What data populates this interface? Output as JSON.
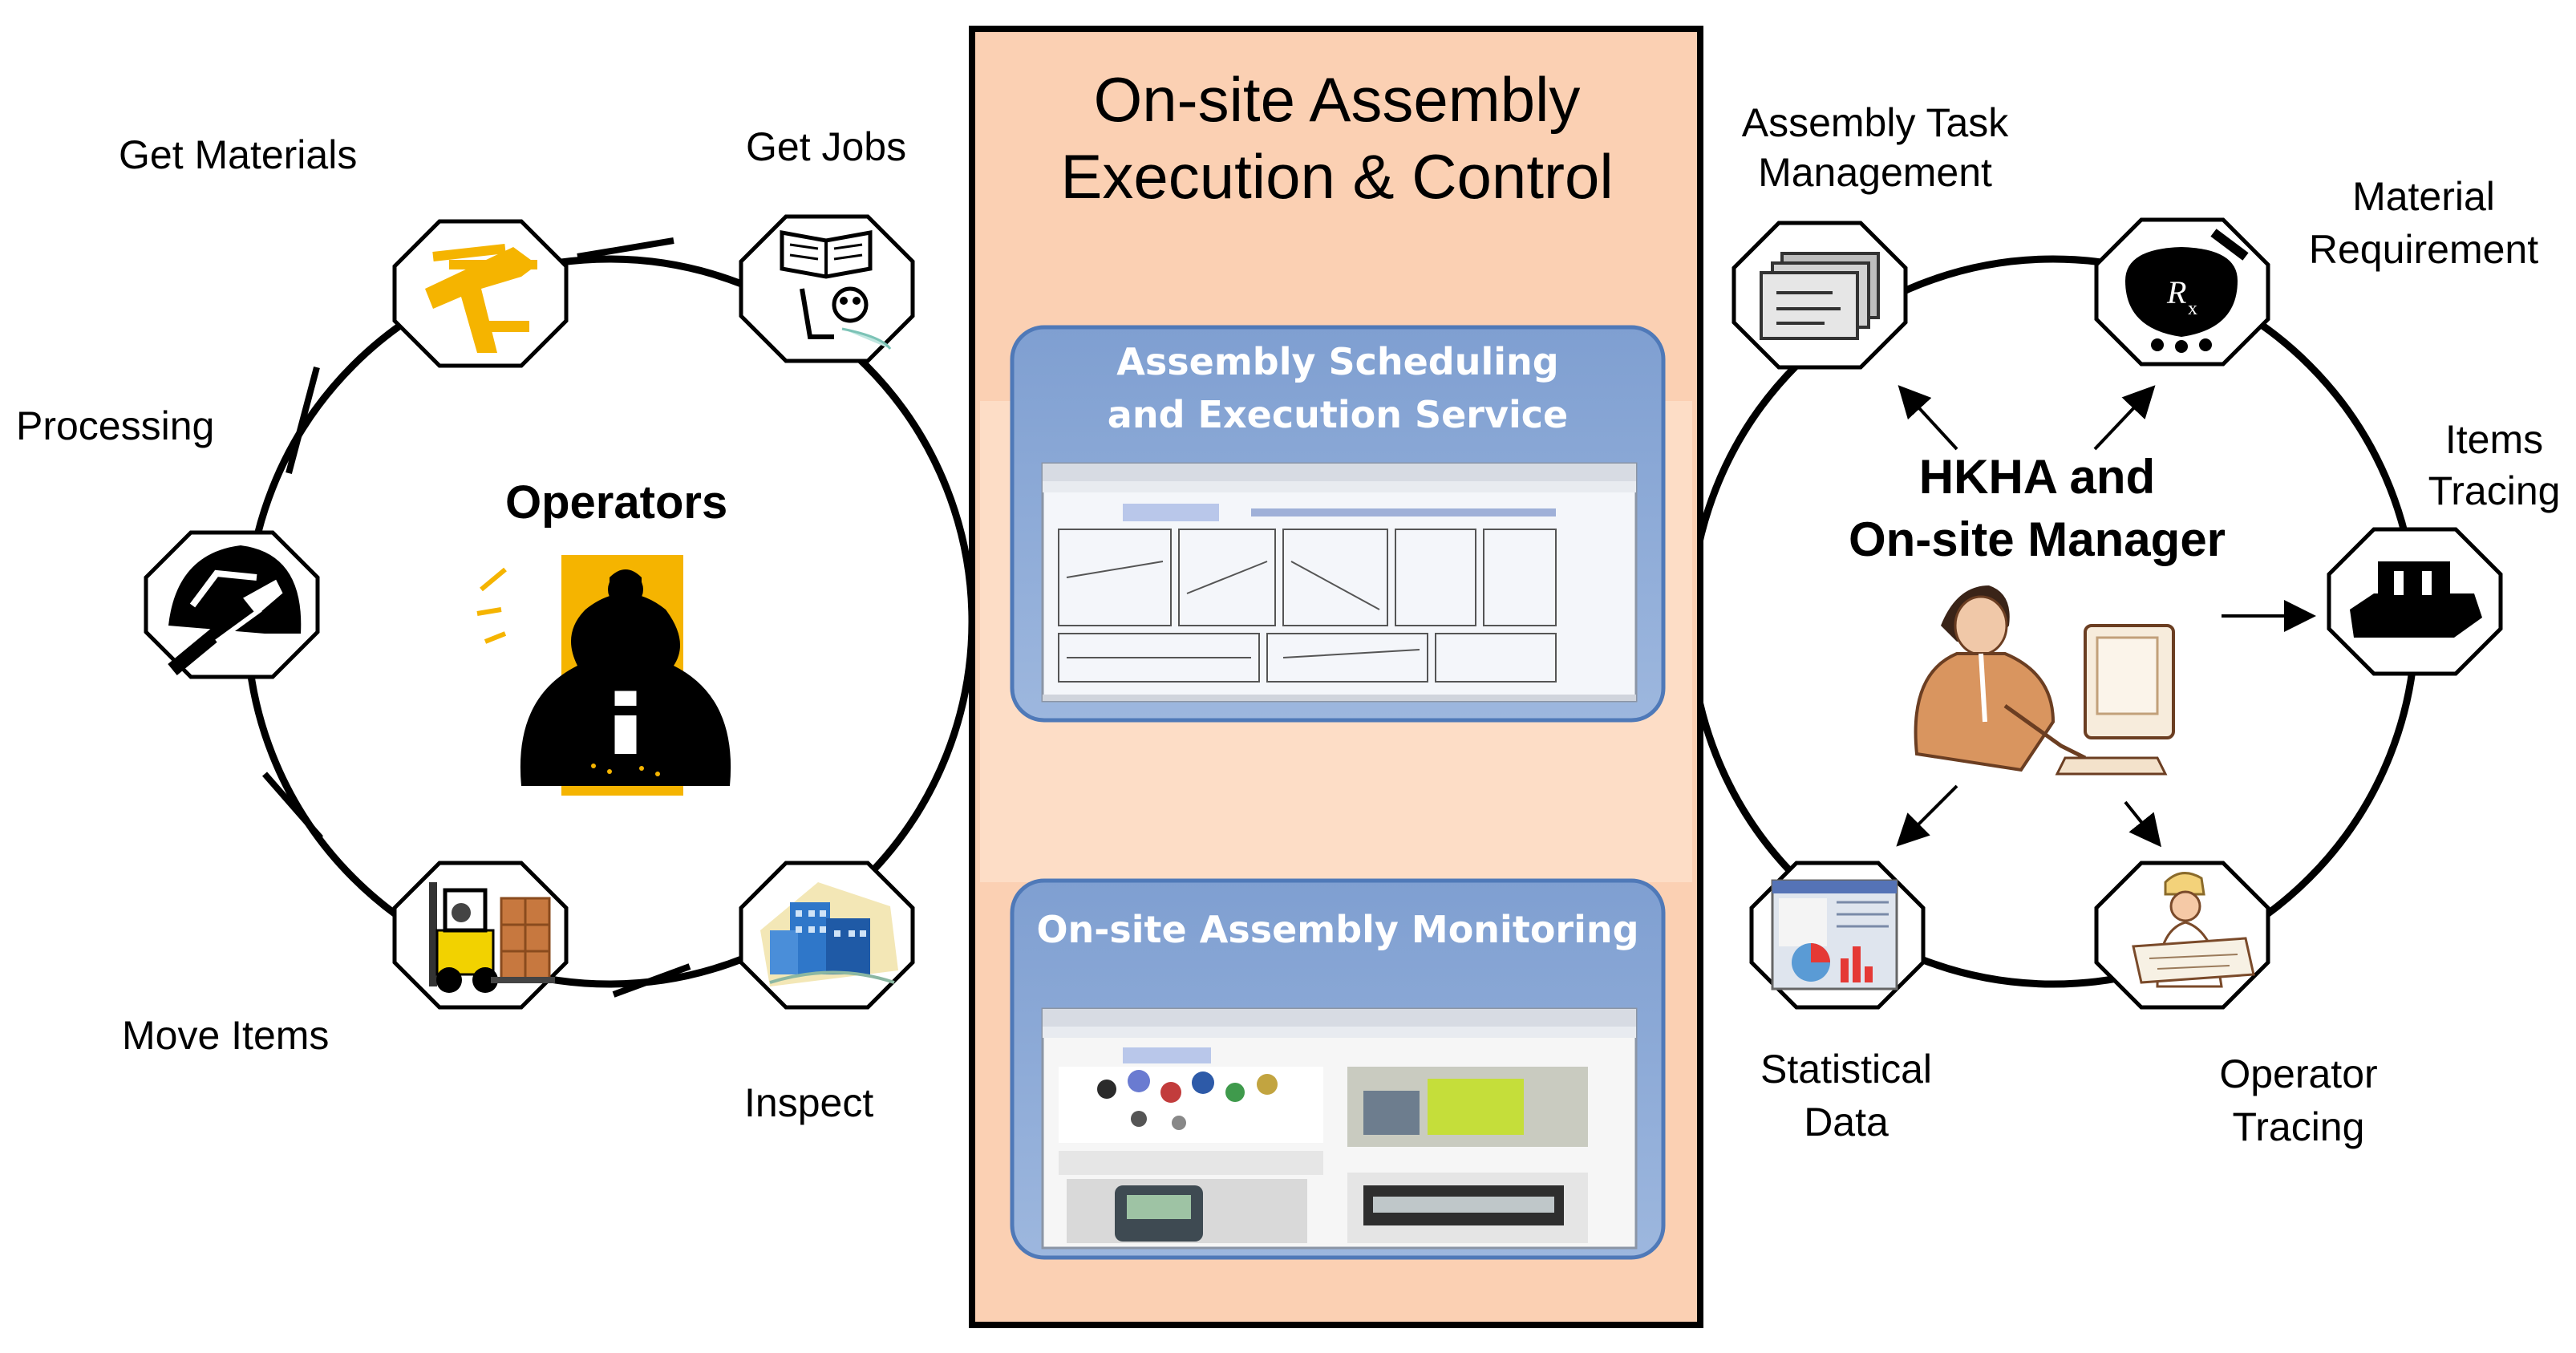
{
  "center_panel": {
    "title_line1": "On-site Assembly",
    "title_line2": "Execution & Control",
    "bg_color": "#fbd0b3",
    "services": [
      {
        "line1": "Assembly Scheduling",
        "line2": "and Execution Service",
        "color": "#8aaad6"
      },
      {
        "line1": "On-site Assembly Monitoring",
        "line2": "",
        "color": "#8aaad6"
      }
    ]
  },
  "left_cycle": {
    "center_label": "Operators",
    "nodes": {
      "get_materials": "Get Materials",
      "get_jobs": "Get Jobs",
      "processing": "Processing",
      "move_items": "Move Items",
      "inspect": "Inspect"
    },
    "icons": [
      "crane-icon",
      "book-reading-icon",
      "hard-hat-hammer-icon",
      "forklift-icon",
      "building-icon",
      "worker-drill-icon"
    ]
  },
  "right_cycle": {
    "center_line1": "HKHA and",
    "center_line2": "On-site Manager",
    "nodes": {
      "task_mgmt_line1": "Assembly Task",
      "task_mgmt_line2": "Management",
      "material_req_line1": "Material",
      "material_req_line2": "Requirement",
      "items_tracing_line1": "Items",
      "items_tracing_line2": "Tracing",
      "statistical_line1": "Statistical",
      "statistical_line2": "Data",
      "operator_tracing_line1": "Operator",
      "operator_tracing_line2": "Tracing"
    },
    "icons": [
      "documents-icon",
      "mortar-pestle-icon",
      "item-block-icon",
      "statistics-screen-icon",
      "engineer-icon",
      "manager-computer-icon"
    ]
  },
  "colors": {
    "accent_yellow": "#f5b400",
    "forklift_yellow": "#f2d200",
    "building_blue": "#2f77c9"
  }
}
